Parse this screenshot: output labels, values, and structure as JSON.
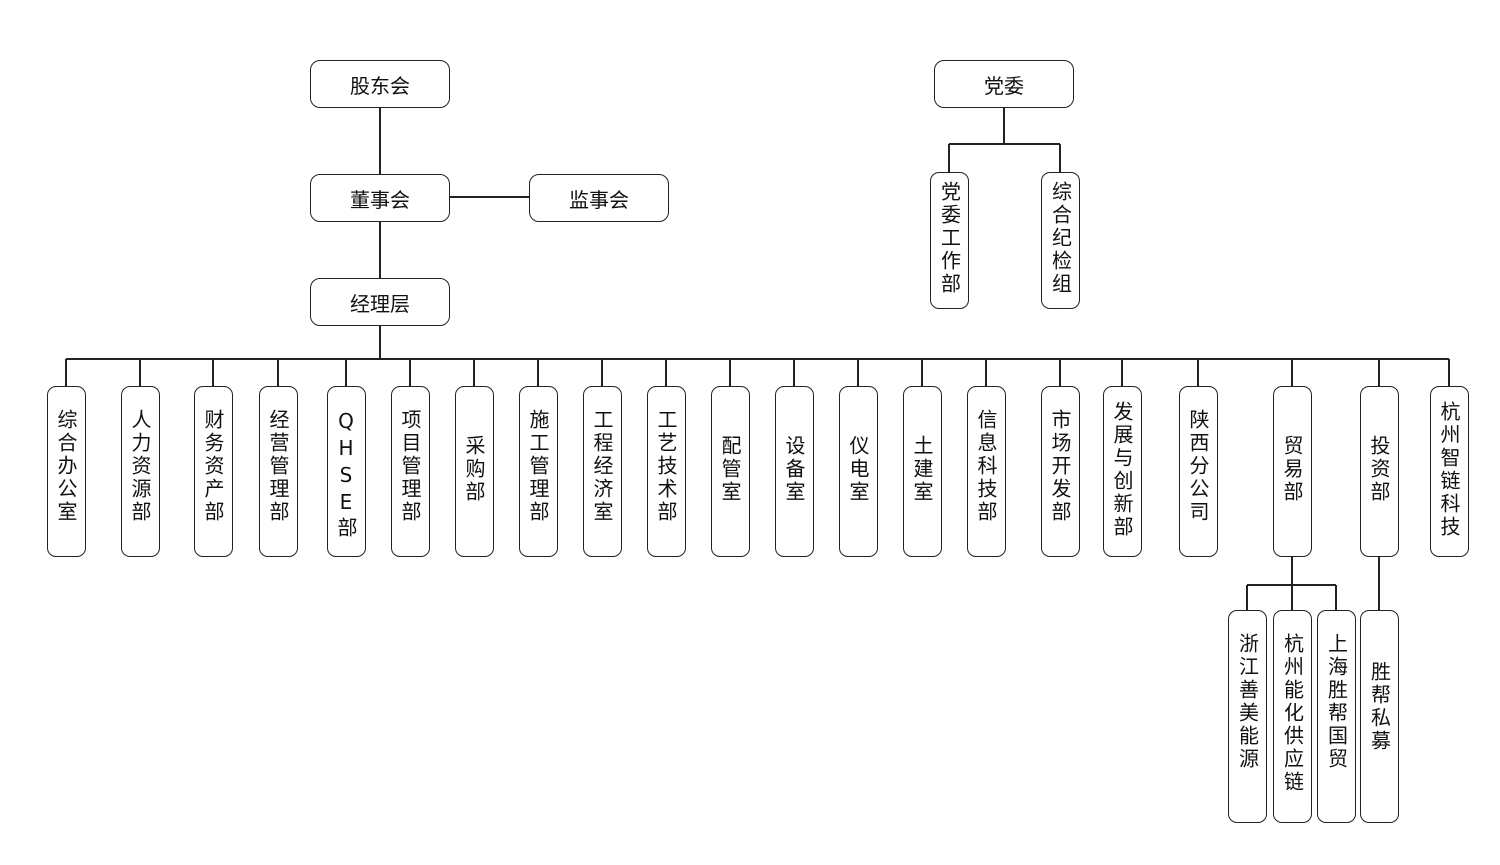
{
  "top": {
    "shareholders": "股东会",
    "board": "董事会",
    "supervisors": "监事会",
    "management": "经理层",
    "party": "党委",
    "party_work": "党委工作部",
    "discipline": "综合纪检组"
  },
  "departments": [
    "综合办公室",
    "人力资源部",
    "财务资产部",
    "经营管理部",
    "QHSE部",
    "项目管理部",
    "采购部",
    "施工管理部",
    "工程经济室",
    "工艺技术部",
    "配管室",
    "设备室",
    "仪电室",
    "土建室",
    "信息科技部",
    "市场开发部",
    "发展与创新部",
    "陕西分公司",
    "贸易部",
    "投资部",
    "杭州智链科技"
  ],
  "trade_subs": [
    "浙江善美能源",
    "杭州能化供应链",
    "上海胜帮国贸"
  ],
  "invest_subs": [
    "胜帮私募"
  ]
}
